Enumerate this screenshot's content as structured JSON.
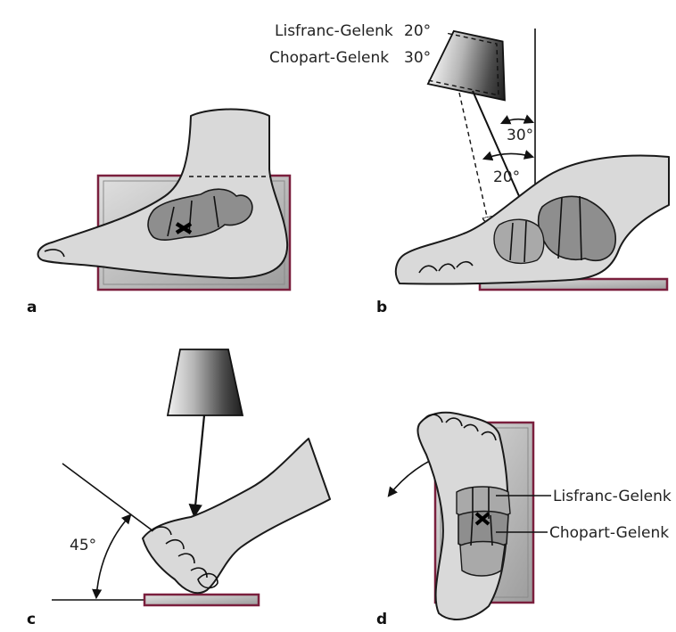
{
  "panels": {
    "a": "a",
    "b": "b",
    "c": "c",
    "d": "d"
  },
  "panel_b": {
    "lisfranc_label": "Lisfranc-Gelenk",
    "lisfranc_angle": "20°",
    "chopart_label": "Chopart-Gelenk",
    "chopart_angle": "30°",
    "angle_30": "30°",
    "angle_20": "20°"
  },
  "panel_c": {
    "angle_45": "45°"
  },
  "panel_d": {
    "lisfranc_label": "Lisfranc-Gelenk",
    "chopart_label": "Chopart-Gelenk"
  },
  "colors": {
    "plate_border": "#7a1f3d",
    "plate_fill": "#c4c4c4",
    "skin": "#d9d9d9",
    "bone": "#8e8e8e"
  }
}
